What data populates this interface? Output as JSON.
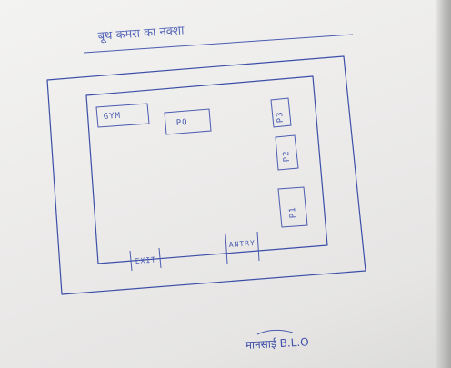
{
  "title": "बूथ कमरा का नक्शा",
  "rooms": {
    "gym": "GYM",
    "po": "PO",
    "p3": "P3",
    "p2": "P2",
    "p1": "P1"
  },
  "doors": {
    "exit": "EXIT",
    "entry": "ANTRY"
  },
  "signature": {
    "text": "मानसाई B.L.O"
  },
  "colors": {
    "ink": "#3c4fa8",
    "paper": "#eeeeec"
  }
}
